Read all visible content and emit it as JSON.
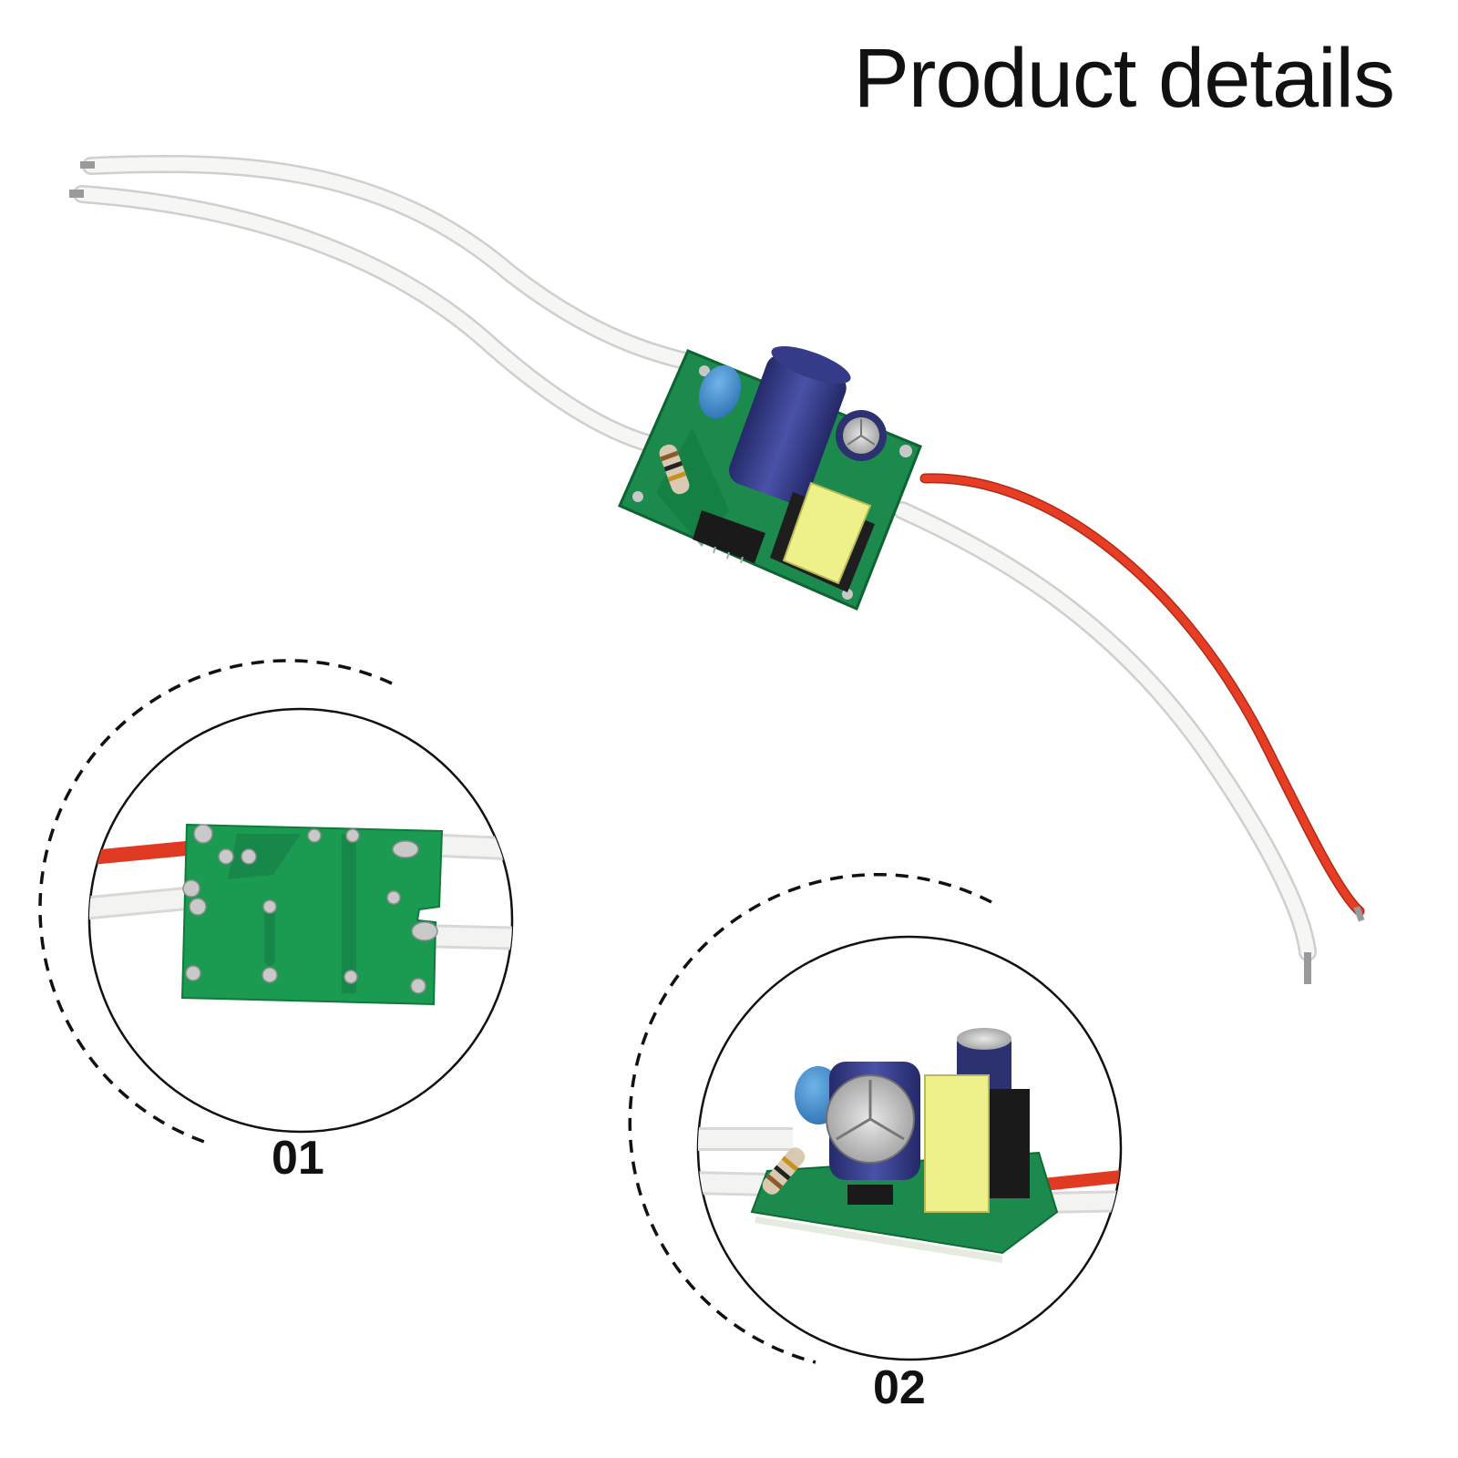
{
  "header": {
    "title": "Product details"
  },
  "detail_views": [
    {
      "label": "01"
    },
    {
      "label": "02"
    }
  ],
  "colors": {
    "pcb": "#1a8a4a",
    "pcb_dark": "#0f6b36",
    "wire_red": "#e03a22",
    "wire_white": "#f4f4f2",
    "capacitor_blue": "#3a3f8f",
    "transformer_yellow": "#eef08a",
    "ceramic_cap_blue": "#3f8fd0"
  }
}
